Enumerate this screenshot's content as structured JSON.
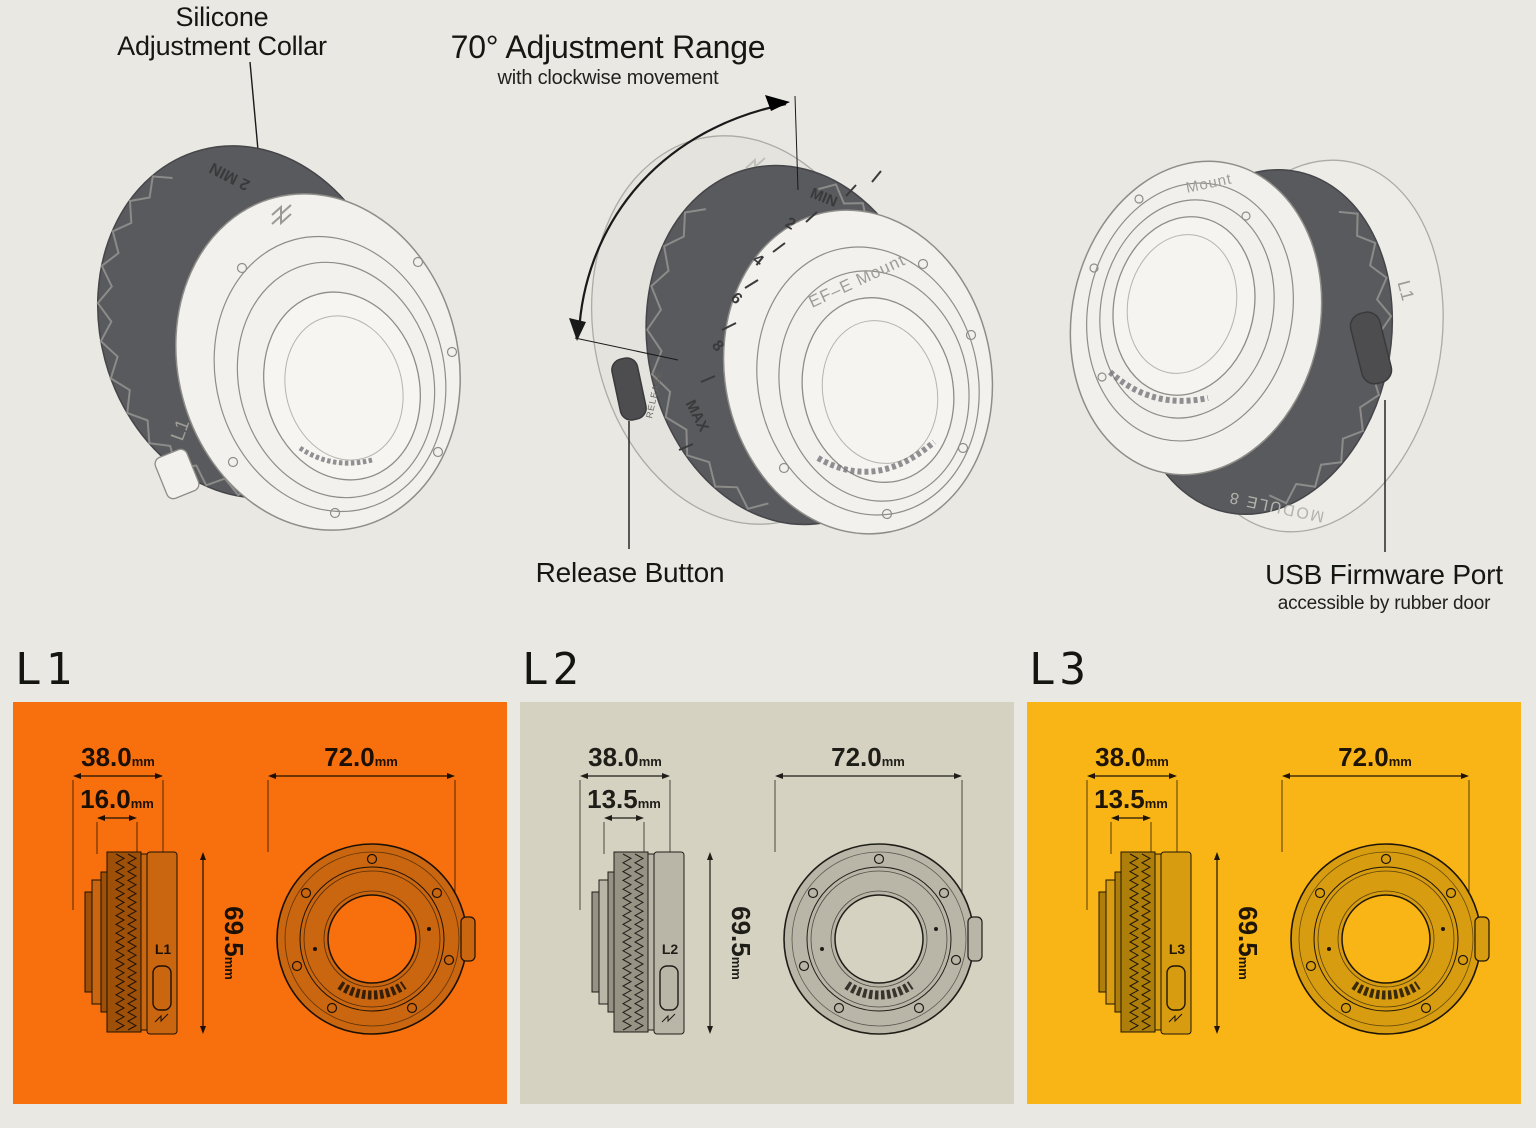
{
  "colors": {
    "page_bg": "#E9E8E3",
    "collar": "#595A5D",
    "face": "#F2F1ED",
    "flange": "#E4E3DE",
    "annotation_text": "#161613"
  },
  "annotations": {
    "silicone": {
      "line1": "Silicone",
      "line2": "Adjustment Collar"
    },
    "range": {
      "title": "70° Adjustment Range",
      "subtitle": "with clockwise movement"
    },
    "release": {
      "label": "Release Button"
    },
    "usb": {
      "label": "USB Firmware Port",
      "subtitle": "accessible by rubber door"
    }
  },
  "adapters": {
    "left": {
      "collar_text": "2 MIN",
      "ring_mark": "L1"
    },
    "middle": {
      "scale": [
        "MAX",
        "8",
        "6",
        "4",
        "2",
        "MIN"
      ],
      "mount_text": "EF–E Mount",
      "release_text": "RELEASE"
    },
    "right": {
      "mount_text": "Mount",
      "module_text": "MODULE 8",
      "ring_mark": "L1"
    }
  },
  "panels": [
    {
      "label": "L1",
      "side_mark": "L1",
      "bg": "#F8700E",
      "tint": "#C9660F",
      "tint_dark": "#9E5009",
      "line": "#1C1004",
      "dims": {
        "outer": "38.0",
        "inner": "16.0",
        "height": "69.5",
        "diameter": "72.0"
      },
      "unit": "mm"
    },
    {
      "label": "L2",
      "side_mark": "L2",
      "bg": "#D6D2C1",
      "tint": "#BAB6A7",
      "tint_dark": "#969384",
      "line": "#1E1D18",
      "dims": {
        "outer": "38.0",
        "inner": "13.5",
        "height": "69.5",
        "diameter": "72.0"
      },
      "unit": "mm"
    },
    {
      "label": "L3",
      "side_mark": "L3",
      "bg": "#F9B515",
      "tint": "#D79C10",
      "tint_dark": "#AE7E0B",
      "line": "#1E1507",
      "dims": {
        "outer": "38.0",
        "inner": "13.5",
        "height": "69.5",
        "diameter": "72.0"
      },
      "unit": "mm"
    }
  ]
}
